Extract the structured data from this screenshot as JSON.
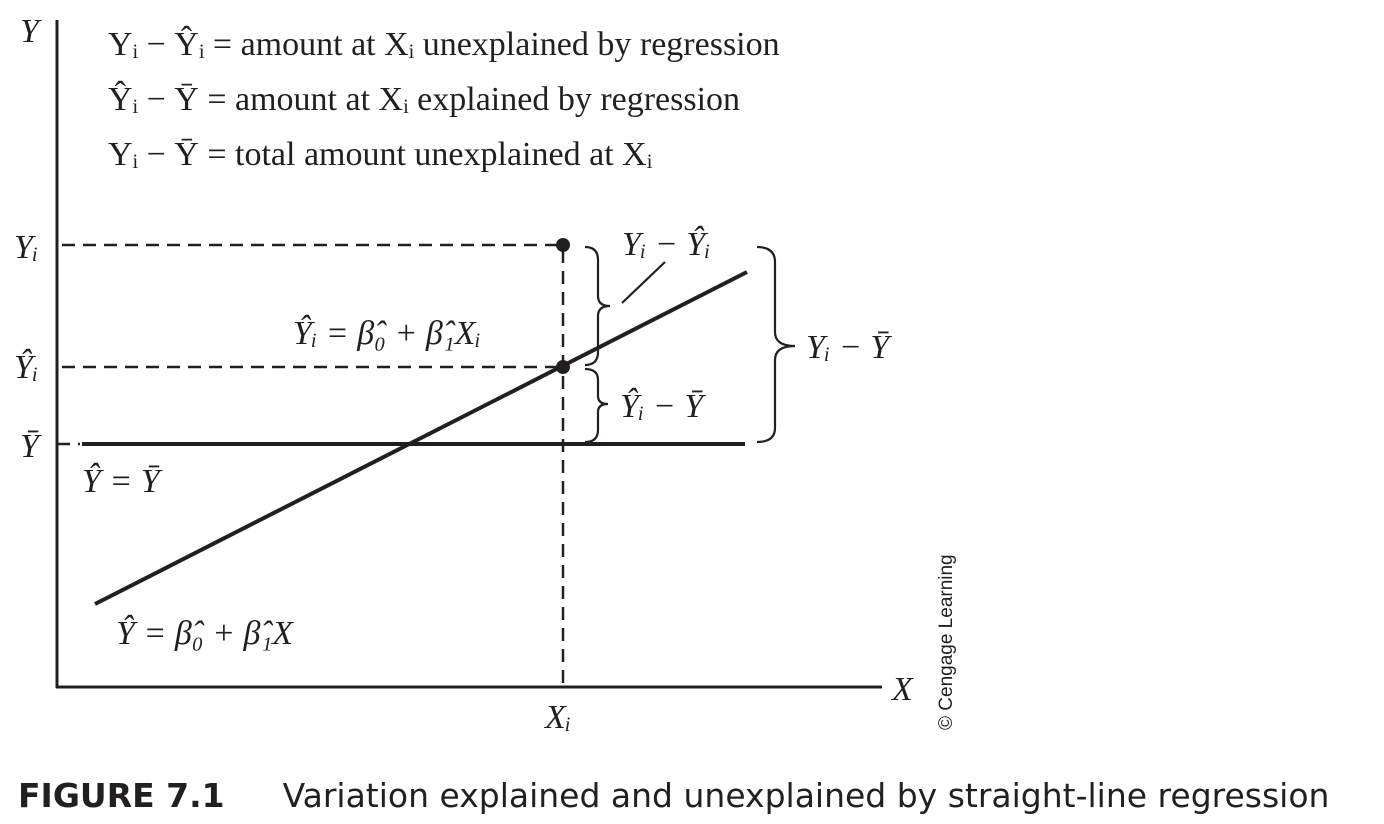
{
  "legend": {
    "line1": "Yᵢ − Ŷᵢ = amount at Xᵢ unexplained by regression",
    "line2": "Ŷᵢ − Ȳ = amount at Xᵢ explained by regression",
    "line3": "Yᵢ − Ȳ = total amount unexplained at Xᵢ"
  },
  "axes": {
    "y_label": "Y",
    "x_label": "X",
    "x_tick": "Xᵢ",
    "y_tick_yi": "Yᵢ",
    "y_tick_yhat": "Ŷᵢ",
    "y_tick_ybar": "Ȳ"
  },
  "annotations": {
    "fitted_point": "Ŷᵢ = β̂₀ + β̂₁Xᵢ",
    "unexplained": "Yᵢ − Ŷᵢ",
    "explained": "Ŷᵢ − Ȳ",
    "total": "Yᵢ − Ȳ",
    "mean_line": "Ŷ = Ȳ",
    "regression_line": "Ŷ = β̂₀ + β̂₁X"
  },
  "credit": "© Cengage Learning",
  "caption": {
    "number": "FIGURE 7.1",
    "text": "Variation explained and unexplained by straight-line regression"
  }
}
